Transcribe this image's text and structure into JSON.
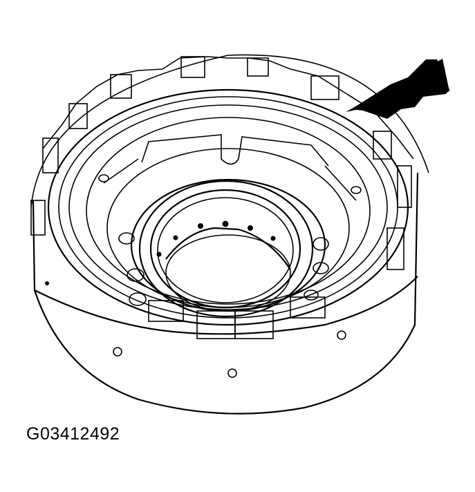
{
  "figure": {
    "id_label": "G03412492",
    "subject": "clutch drum illustration",
    "callout": "arrow pointing to drum rim",
    "line_color": "#000000",
    "background": "#ffffff"
  }
}
